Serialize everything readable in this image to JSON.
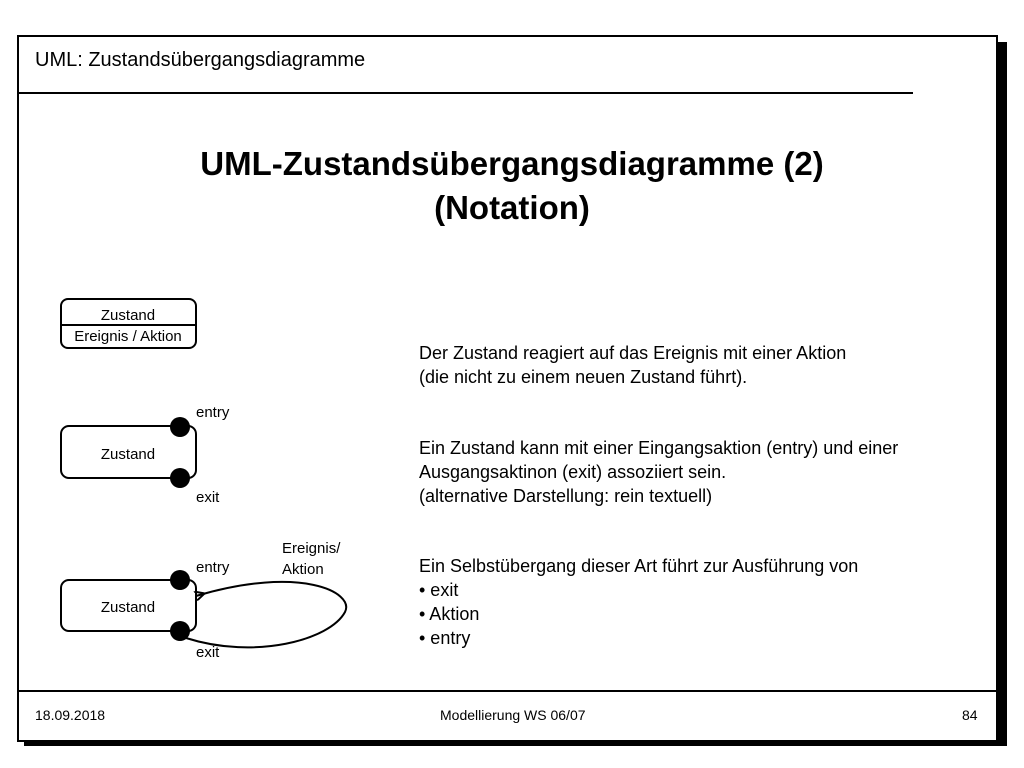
{
  "header": {
    "title": "UML: Zustandsübergangsdiagramme"
  },
  "slide": {
    "title_line1": "UML-Zustandsübergangsdiagramme (2)",
    "title_line2": "(Notation)"
  },
  "diagram1": {
    "state_name": "Zustand",
    "internal_transition": "Ereignis / Aktion"
  },
  "diagram2": {
    "state_name": "Zustand",
    "entry_label": "entry",
    "exit_label": "exit"
  },
  "diagram3": {
    "state_name": "Zustand",
    "entry_label": "entry",
    "exit_label": "exit",
    "transition_label_line1": "Ereignis/",
    "transition_label_line2": "Aktion"
  },
  "descriptions": {
    "block1": [
      "Der Zustand reagiert auf das Ereignis mit einer Aktion",
      "(die nicht zu einem neuen Zustand führt)."
    ],
    "block2": [
      "Ein Zustand kann mit einer Eingangsaktion (entry) und einer",
      "Ausgangsaktinon (exit) assoziiert sein.",
      "(alternative Darstellung: rein textuell)"
    ],
    "block3": [
      "Ein Selbstübergang dieser Art führt zur Ausführung von",
      "• exit",
      "• Aktion",
      "• entry"
    ]
  },
  "footer": {
    "date": "18.09.2018",
    "course": "Modellierung WS 06/07",
    "page_number": "84"
  }
}
